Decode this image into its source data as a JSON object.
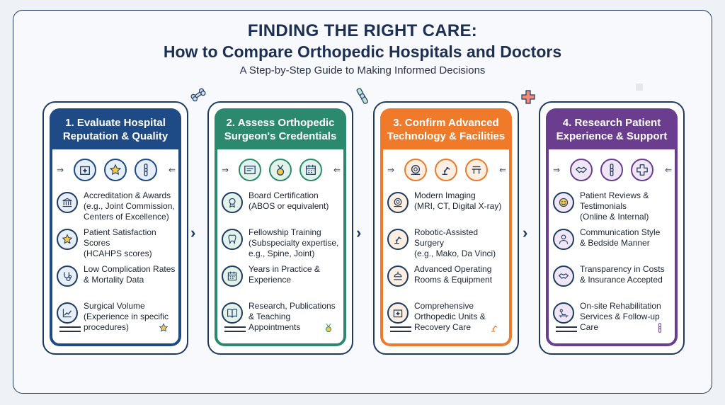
{
  "title_line1": "FINDING THE RIGHT CARE:",
  "title_line2": "How to Compare Orthopedic Hospitals and Doctors",
  "subtitle": "A Step-by-Step Guide to Making Informed Decisions",
  "colors": {
    "step1": "#1e4a86",
    "step2": "#2b8a6e",
    "step3": "#ee7a2a",
    "step4": "#6a3d8f",
    "navy": "#1f3a5f"
  },
  "steps": [
    {
      "head_line1": "1. Evaluate Hospital",
      "head_line2": "Reputation & Quality",
      "icons": [
        "hospital-icon",
        "star-icon",
        "joint-icon"
      ],
      "items": [
        {
          "icon": "bank-icon",
          "lines": [
            "Accreditation & Awards",
            "(e.g., Joint Commission,",
            "Centers of Excellence)"
          ]
        },
        {
          "icon": "star-icon",
          "lines": [
            "Patient Satisfaction Scores",
            "(HCAHPS scores)"
          ]
        },
        {
          "icon": "stethoscope-icon",
          "lines": [
            "Low Complication Rates",
            "& Mortality Data"
          ]
        },
        {
          "icon": "chart-icon",
          "lines": [
            "Surgical Volume",
            "(Experience in specific",
            "procedures)"
          ]
        }
      ]
    },
    {
      "head_line1": "2. Assess Orthopedic",
      "head_line2": "Surgeon's Credentials",
      "icons": [
        "certificate-icon",
        "medal-icon",
        "calendar-icon"
      ],
      "items": [
        {
          "icon": "badge-icon",
          "lines": [
            "Board Certification",
            "(ABOS or equivalent)"
          ]
        },
        {
          "icon": "tooth-icon",
          "lines": [
            "Fellowship Training",
            "(Subspecialty expertise,",
            "e.g., Spine, Joint)"
          ]
        },
        {
          "icon": "calendar-icon",
          "lines": [
            "Years in Practice &",
            "Experience"
          ]
        },
        {
          "icon": "book-icon",
          "lines": [
            "Research, Publications",
            "& Teaching Appointments"
          ]
        }
      ]
    },
    {
      "head_line1": "3. Confirm Advanced",
      "head_line2": "Technology & Facilities",
      "icons": [
        "mri-icon",
        "robot-arm-icon",
        "operating-table-icon"
      ],
      "items": [
        {
          "icon": "mri-icon",
          "lines": [
            "Modern Imaging",
            "(MRI, CT, Digital X-ray)"
          ]
        },
        {
          "icon": "robot-arm-icon",
          "lines": [
            "Robotic-Assisted Surgery",
            "(e.g., Mako, Da Vinci)"
          ]
        },
        {
          "icon": "operating-light-icon",
          "lines": [
            "Advanced Operating",
            "Rooms & Equipment"
          ]
        },
        {
          "icon": "hospital-icon",
          "lines": [
            "Comprehensive",
            "Orthopedic Units &",
            "Recovery Care"
          ]
        }
      ]
    },
    {
      "head_line1": "4. Research Patient",
      "head_line2": "Experience & Support",
      "icons": [
        "handshake-icon",
        "joint-icon",
        "medical-cross-icon"
      ],
      "items": [
        {
          "icon": "smiley-icon",
          "lines": [
            "Patient Reviews &",
            "Testimonials",
            "(Online & Internal)"
          ]
        },
        {
          "icon": "doctor-icon",
          "lines": [
            "Communication Style",
            "& Bedside Manner"
          ]
        },
        {
          "icon": "handshake-icon",
          "lines": [
            "Transparency in Costs",
            "& Insurance Accepted"
          ]
        },
        {
          "icon": "rehab-icon",
          "lines": [
            "On-site Rehabilitation",
            "Services & Follow-up",
            "Care"
          ]
        }
      ]
    }
  ]
}
